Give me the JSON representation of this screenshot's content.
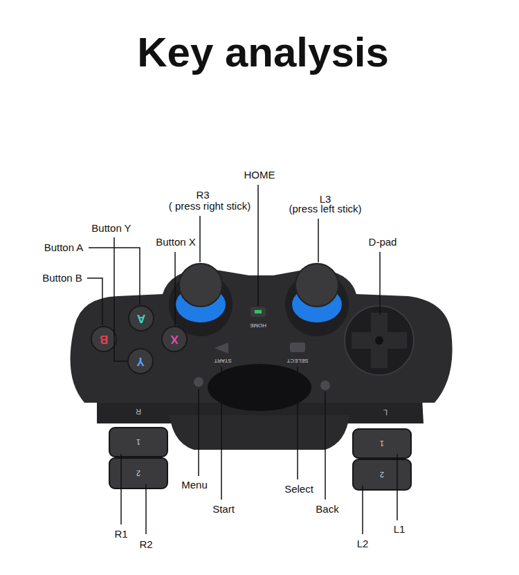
{
  "diagram": {
    "title": "Key analysis",
    "labels": [
      "HOME",
      "R3",
      "( press right stick)",
      "L3",
      "(press left stick)",
      "Button Y",
      "Button A",
      "Button X",
      "D-pad",
      "Button B",
      "A",
      "B",
      "X",
      "Y",
      "HOME",
      "START",
      "SELECT",
      "R",
      "L",
      "1",
      "2",
      "1",
      "2",
      "Menu",
      "Select",
      "Start",
      "Back",
      "R1",
      "R2",
      "L2",
      "L1"
    ]
  }
}
